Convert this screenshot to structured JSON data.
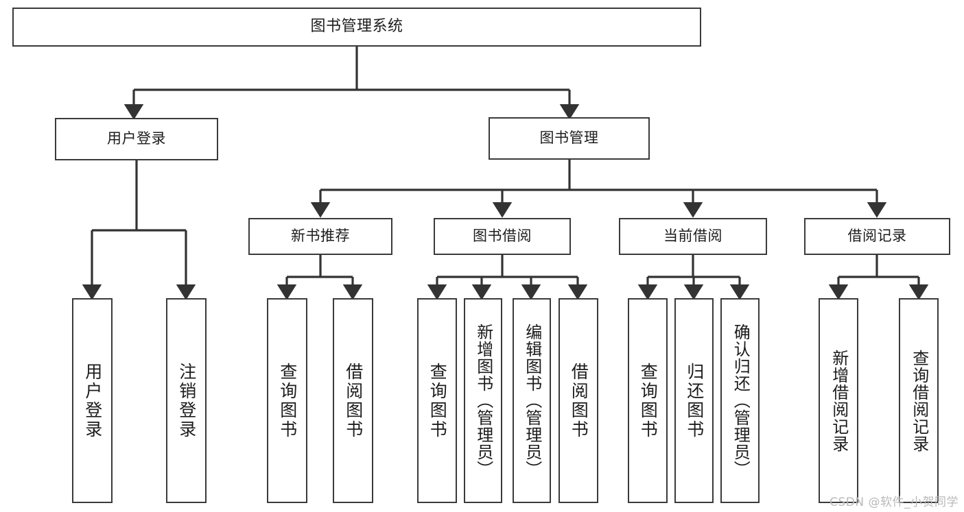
{
  "diagram": {
    "title": "图书管理系统",
    "type": "tree-hierarchy-diagram",
    "watermark": "CSDN @软件_小贺同学",
    "colors": {
      "box_border": "#3a3a3a",
      "box_fill": "#ffffff",
      "edge": "#333333",
      "text": "#1c1c1c",
      "watermark": "#b9b9b9",
      "background": "#ffffff"
    },
    "root": {
      "label": "图书管理系统"
    },
    "level2": [
      {
        "label": "用户登录"
      },
      {
        "label": "图书管理"
      }
    ],
    "level3": [
      {
        "label": "新书推荐"
      },
      {
        "label": "图书借阅"
      },
      {
        "label": "当前借阅"
      },
      {
        "label": "借阅记录"
      }
    ],
    "leaves": {
      "user_login": [
        {
          "label": "用户登录"
        },
        {
          "label": "注销登录"
        }
      ],
      "new_book_recommend": [
        {
          "label": "查询图书"
        },
        {
          "label": "借阅图书"
        }
      ],
      "book_borrow": [
        {
          "label": "查询图书"
        },
        {
          "label": "新增图书（管理员）"
        },
        {
          "label": "编辑图书（管理员）"
        },
        {
          "label": "借阅图书"
        }
      ],
      "current_borrow": [
        {
          "label": "查询图书"
        },
        {
          "label": "归还图书"
        },
        {
          "label": "确认归还（管理员）"
        }
      ],
      "borrow_record": [
        {
          "label": "新增借阅记录"
        },
        {
          "label": "查询借阅记录"
        }
      ]
    }
  }
}
